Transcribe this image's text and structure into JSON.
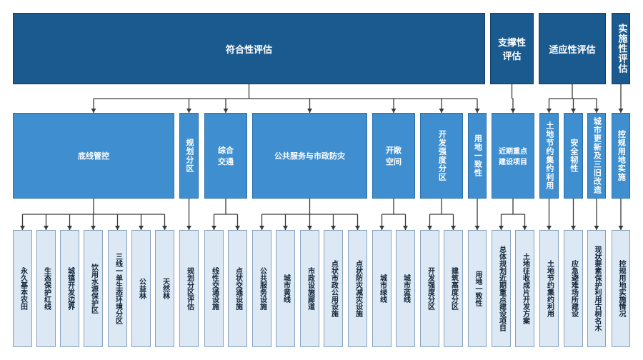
{
  "level1": [
    {
      "id": "fuhe",
      "label": "符合性评估"
    },
    {
      "id": "zhicheng",
      "label": "支撑性\n评估"
    },
    {
      "id": "shiying",
      "label": "适应性评估"
    },
    {
      "id": "shishi",
      "label": "实施性评估"
    }
  ],
  "level2": [
    {
      "id": "dixian",
      "label": "底线管控"
    },
    {
      "id": "guihua",
      "label": "规划分区"
    },
    {
      "id": "zonghe",
      "label": "综合\n交通"
    },
    {
      "id": "gonggong",
      "label": "公共服务与市政防灾"
    },
    {
      "id": "kaichang",
      "label": "开敞\n空间"
    },
    {
      "id": "kaifa",
      "label": "开发强度分区"
    },
    {
      "id": "yongdi",
      "label": "用地一致性"
    },
    {
      "id": "jinqi",
      "label": "近期重点\n建设项目"
    },
    {
      "id": "tudi",
      "label": "土地节约集约利用"
    },
    {
      "id": "anquan",
      "label": "安全韧性"
    },
    {
      "id": "chengshi",
      "label": "城市更新及三旧改造"
    },
    {
      "id": "kongzhi",
      "label": "控规用地实施"
    }
  ],
  "level3": [
    {
      "id": "a1",
      "label": "永久基本农田"
    },
    {
      "id": "a2",
      "label": "生态保护红线"
    },
    {
      "id": "a3",
      "label": "城镇开发边界"
    },
    {
      "id": "a4",
      "label": "饮用水源保护区"
    },
    {
      "id": "a5",
      "label": "三线一单生态环境分区"
    },
    {
      "id": "a6",
      "label": "公益林"
    },
    {
      "id": "a7",
      "label": "天然林"
    },
    {
      "id": "b1",
      "label": "规划分区评估"
    },
    {
      "id": "c1",
      "label": "线性交通设施"
    },
    {
      "id": "c2",
      "label": "点状交通设施"
    },
    {
      "id": "d1",
      "label": "公共服务设施"
    },
    {
      "id": "d2",
      "label": "城市黄线"
    },
    {
      "id": "d3",
      "label": "市政设施廊道"
    },
    {
      "id": "d4",
      "label": "点状市政公用设施"
    },
    {
      "id": "d5",
      "label": "点状防灾减灾设施"
    },
    {
      "id": "e1",
      "label": "城市绿线"
    },
    {
      "id": "e2",
      "label": "城市蓝线"
    },
    {
      "id": "f1",
      "label": "开发强度分区"
    },
    {
      "id": "f2",
      "label": "建筑高度分区"
    },
    {
      "id": "g1",
      "label": "用地一致性"
    },
    {
      "id": "h1",
      "label": "总体规划近期重点建设项目"
    },
    {
      "id": "h2",
      "label": "土地征收成片开发方案"
    },
    {
      "id": "i1",
      "label": "土地节约集约利用"
    },
    {
      "id": "j1",
      "label": "应急避难场所建设"
    },
    {
      "id": "k1",
      "label": "现状要素保护利用古树名木"
    },
    {
      "id": "l1",
      "label": "控规用地实施情况"
    }
  ]
}
